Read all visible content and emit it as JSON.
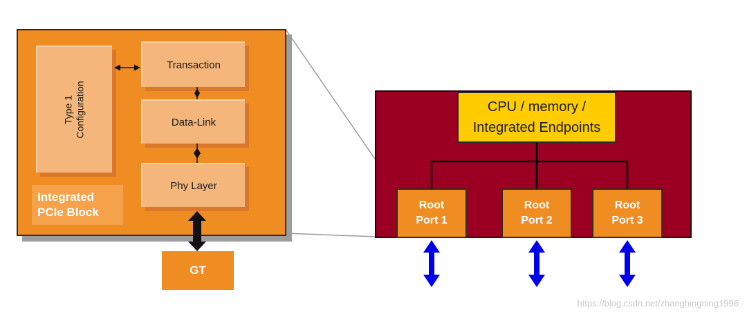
{
  "left_block": {
    "type1_line1": "Type 1",
    "type1_line2": "Configuration",
    "transaction": "Transaction",
    "data_link": "Data-Link",
    "phy_layer": "Phy Layer",
    "label_line1": "Integrated",
    "label_line2": "PCIe Block",
    "gt": "GT"
  },
  "root_complex": {
    "cpu_line1": "CPU / memory /",
    "cpu_line2": "Integrated Endpoints",
    "ports": [
      {
        "line1": "Root",
        "line2": "Port 1"
      },
      {
        "line1": "Root",
        "line2": "Port 2"
      },
      {
        "line1": "Root",
        "line2": "Port 3"
      }
    ]
  },
  "watermark": "https://blog.csdn.net/zhanghingning1996",
  "colors": {
    "block_orange": "#ef8c22",
    "layer_tan": "#f4b67a",
    "root_red": "#9b0023",
    "cpu_yellow": "#ffcc00",
    "port_arrow_blue": "#0000ee"
  }
}
